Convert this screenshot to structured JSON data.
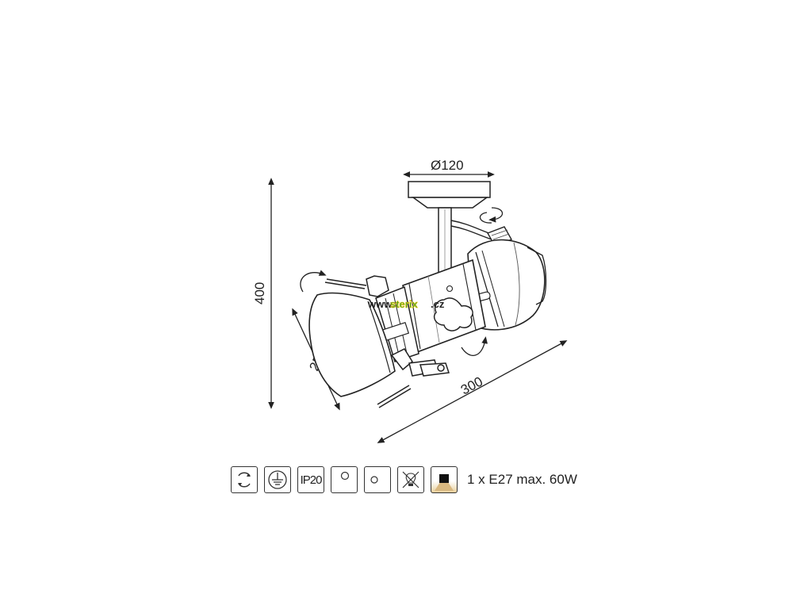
{
  "dimensions": {
    "diameter": "Ø120",
    "height": "400",
    "width": "300",
    "head_length": "250"
  },
  "watermark": {
    "text_main": "sterix",
    "text_suffix": ".cz",
    "www": "www."
  },
  "icons": [
    {
      "name": "rotation-icon"
    },
    {
      "name": "ground-icon"
    },
    {
      "name": "ip-rating-icon",
      "label": "IP20"
    },
    {
      "name": "single-circle-top-icon"
    },
    {
      "name": "single-circle-left-icon"
    },
    {
      "name": "no-dimmer-bulb-icon"
    },
    {
      "name": "light-color-icon"
    }
  ],
  "spec": "1 x E27 max. 60W",
  "colors": {
    "line": "#2a2a2a",
    "watermark_green": "#3aa335",
    "watermark_yellow": "#f2c300",
    "warm_light": "#d9b880"
  }
}
